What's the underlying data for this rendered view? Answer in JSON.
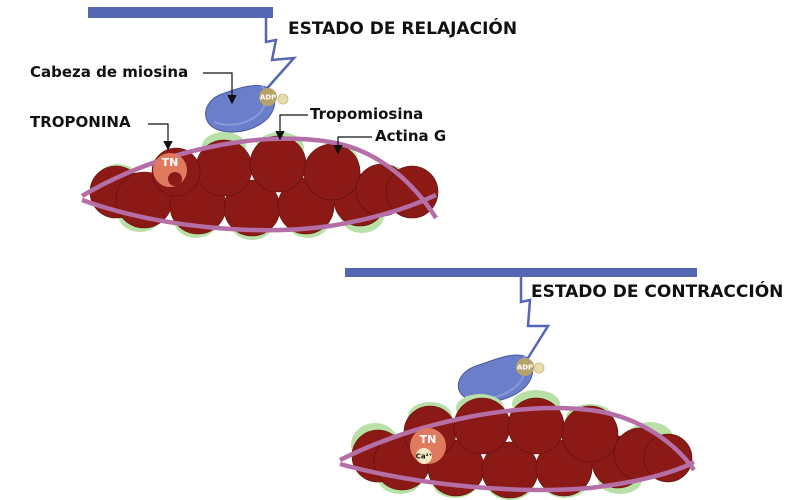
{
  "labels": {
    "relaxation_title": "ESTADO DE RELAJACIÓN",
    "contraction_title": "ESTADO DE CONTRACCIÓN",
    "myosin_head": "Cabeza de miosina",
    "troponin": "TROPONINA",
    "tropomyosin": "Tropomiosina",
    "actin_g": "Actina G"
  },
  "molecule_tags": {
    "adp": "ADP",
    "tn": "TN",
    "calcium": "Ca²⁺"
  },
  "colors": {
    "thick_filament": "#5566b3",
    "myosin_head": "#6b7ec9",
    "actin_dark": "#8b1a16",
    "actin_light": "#b9e0a6",
    "tropomyosin": "#b56fa6",
    "troponin": "#e07a5f",
    "adp": "#b6a36a",
    "phosphate": "#e8dcae"
  }
}
